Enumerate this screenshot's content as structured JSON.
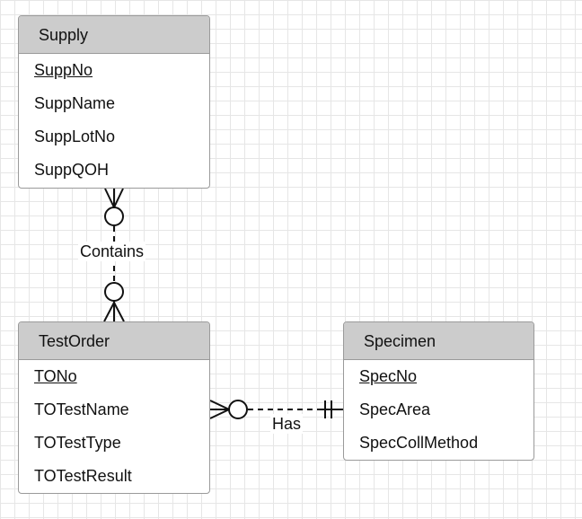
{
  "entities": {
    "supply": {
      "name": "Supply",
      "attributes": [
        "SuppNo",
        "SuppName",
        "SuppLotNo",
        "SuppQOH"
      ]
    },
    "testorder": {
      "name": "TestOrder",
      "attributes": [
        "TONo",
        "TOTestName",
        "TOTestType",
        "TOTestResult"
      ]
    },
    "specimen": {
      "name": "Specimen",
      "attributes": [
        "SpecNo",
        "SpecArea",
        "SpecCollMethod"
      ]
    }
  },
  "relationships": {
    "contains": {
      "label": "Contains",
      "from": "Supply",
      "to": "TestOrder",
      "from_cardinality": "zero-or-many",
      "to_cardinality": "zero-or-many"
    },
    "has": {
      "label": "Has",
      "from": "TestOrder",
      "to": "Specimen",
      "from_cardinality": "zero-or-many",
      "to_cardinality": "exactly-one"
    }
  },
  "colors": {
    "header": "#cccccc",
    "border": "#9a9a9a",
    "line": "#111111",
    "grid": "#e6e6e6"
  }
}
